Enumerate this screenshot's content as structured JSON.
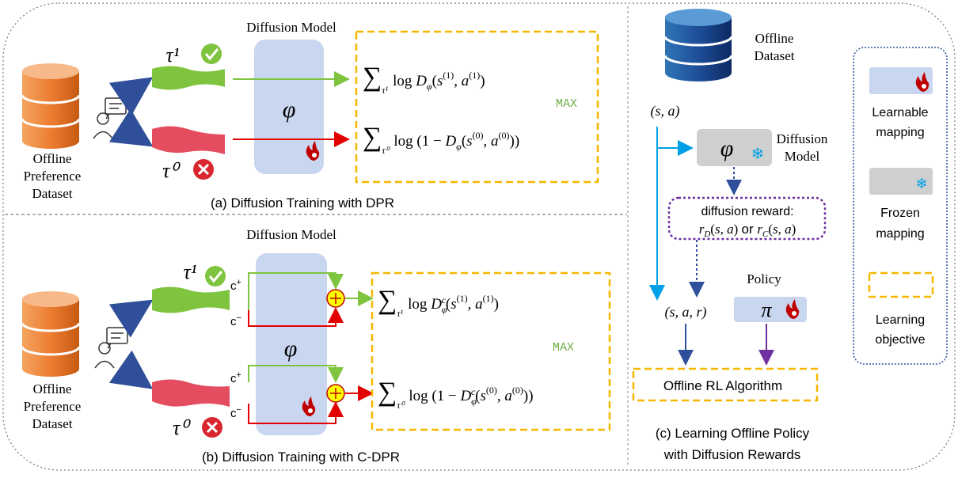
{
  "colors": {
    "orange": "#ed7d31",
    "green": "#7fc43f",
    "red": "#e34d5f",
    "lightblue": "#c9d6ef",
    "gray": "#cfcfcf",
    "gold": "#f5b700",
    "blue_arrow": "#00a0e6",
    "dark_blue": "#2f4f9a",
    "purple": "#7030a0",
    "yellow_sum": "#ffff00",
    "max_green": "#70ad47"
  },
  "icons": [
    "database-icon",
    "annotator-icon",
    "check-icon",
    "cross-icon",
    "fire-icon",
    "snowflake-icon",
    "plus-circle-icon"
  ],
  "panel_a": {
    "dataset_label": [
      "Offline",
      "Preference",
      "Dataset"
    ],
    "model_title": "Diffusion Model",
    "phi": "φ",
    "tau1": "τ¹",
    "tau0": "τ⁰",
    "eq_top": "∑τ¹ log Dφ(s(1), a(1))",
    "eq_bottom": "∑τ⁰ log (1 − Dφ(s(0), a(0)))",
    "max": "MAX",
    "caption": "(a) Diffusion Training with DPR"
  },
  "panel_b": {
    "dataset_label": [
      "Offline",
      "Preference",
      "Dataset"
    ],
    "model_title": "Diffusion Model",
    "phi": "φ",
    "tau1": "τ¹",
    "tau0": "τ⁰",
    "c_plus": "c+",
    "c_minus": "c−",
    "eq_top": "∑τ¹ log Dcφ(s(1), a(1))",
    "eq_bottom": "∑τ⁰ log (1 − Dcφ(s(0), a(0)))",
    "max": "MAX",
    "caption": "(b) Diffusion Training with C-DPR"
  },
  "panel_c": {
    "dataset_label": [
      "Offline",
      "Dataset"
    ],
    "sa": "(s, a)",
    "phi": "φ",
    "model_label": [
      "Diffusion",
      "Model"
    ],
    "reward_title": "diffusion reward:",
    "reward_formula": "rD(s, a) or rC(s, a)",
    "sar": "(s, a, r)",
    "policy_label": "Policy",
    "pi": "π",
    "algo": "Offline RL Algorithm",
    "caption": [
      "(c) Learning Offline Policy",
      "with Diffusion Rewards"
    ]
  },
  "legend": {
    "learnable": [
      "Learnable",
      "mapping"
    ],
    "frozen": [
      "Frozen",
      "mapping"
    ],
    "objective": [
      "Learning",
      "objective"
    ]
  }
}
